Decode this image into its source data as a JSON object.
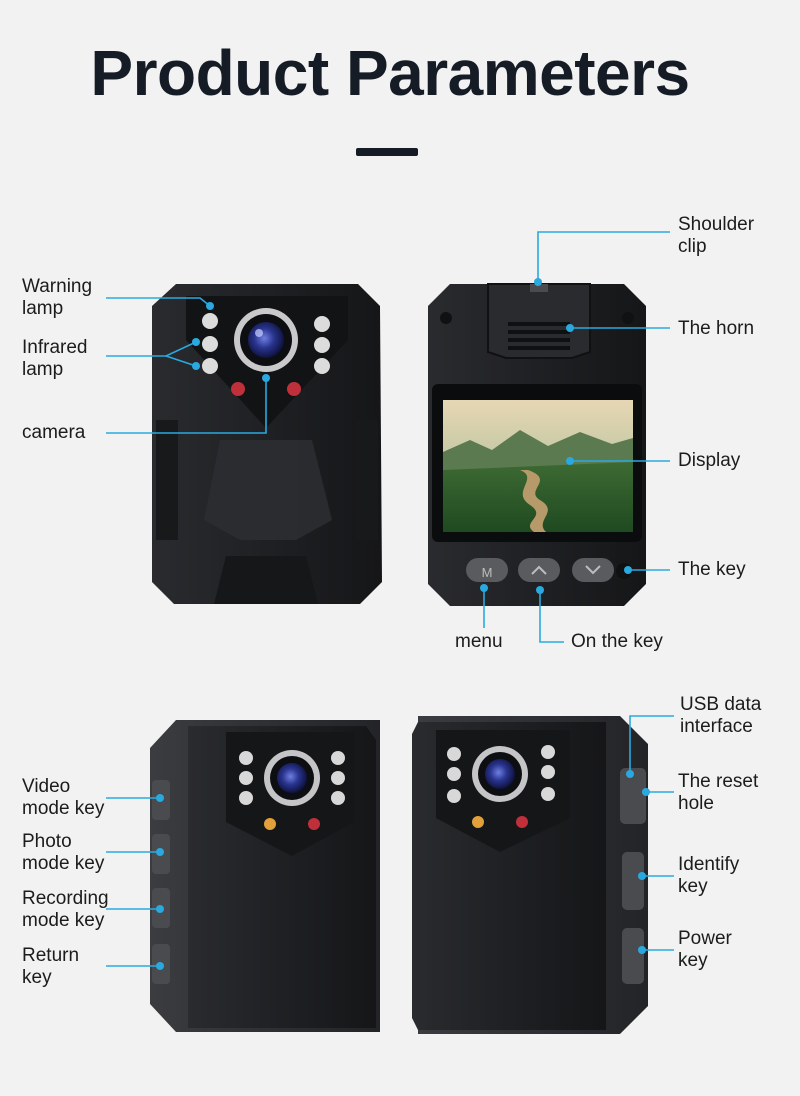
{
  "title": "Product Parameters",
  "colors": {
    "accent": "#29a9e0",
    "title": "#161c26",
    "device_body": "#1e1f21",
    "background": "#f2f2f2"
  },
  "labels": {
    "warning_lamp": [
      "Warning",
      "lamp"
    ],
    "infrared_lamp": [
      "Infrared",
      "lamp"
    ],
    "camera": [
      "camera"
    ],
    "shoulder_clip": [
      "Shoulder",
      "clip"
    ],
    "the_horn": [
      "The horn"
    ],
    "display": [
      "Display"
    ],
    "the_key": [
      "The key"
    ],
    "menu": [
      "menu"
    ],
    "on_the_key": [
      "On the key"
    ],
    "video_mode_key": [
      "Video",
      "mode key"
    ],
    "photo_mode_key": [
      "Photo",
      "mode key"
    ],
    "recording_mode_key": [
      "Recording",
      "mode key"
    ],
    "return_key": [
      "Return",
      "key"
    ],
    "usb_data_interface": [
      "USB data",
      "interface"
    ],
    "reset_hole": [
      "The reset",
      "hole"
    ],
    "identify_key": [
      "Identify",
      "key"
    ],
    "power_key": [
      "Power",
      "key"
    ]
  },
  "buttons": {
    "menu_glyph": "M",
    "up_glyph": "^",
    "down_glyph": "v"
  },
  "icons": [
    "camera-lens-icon",
    "led-icon",
    "speaker-grille-icon",
    "display-landscape-icon",
    "usb-port-icon",
    "power-icon",
    "mic-icon",
    "video-icon",
    "photo-icon",
    "return-icon"
  ]
}
